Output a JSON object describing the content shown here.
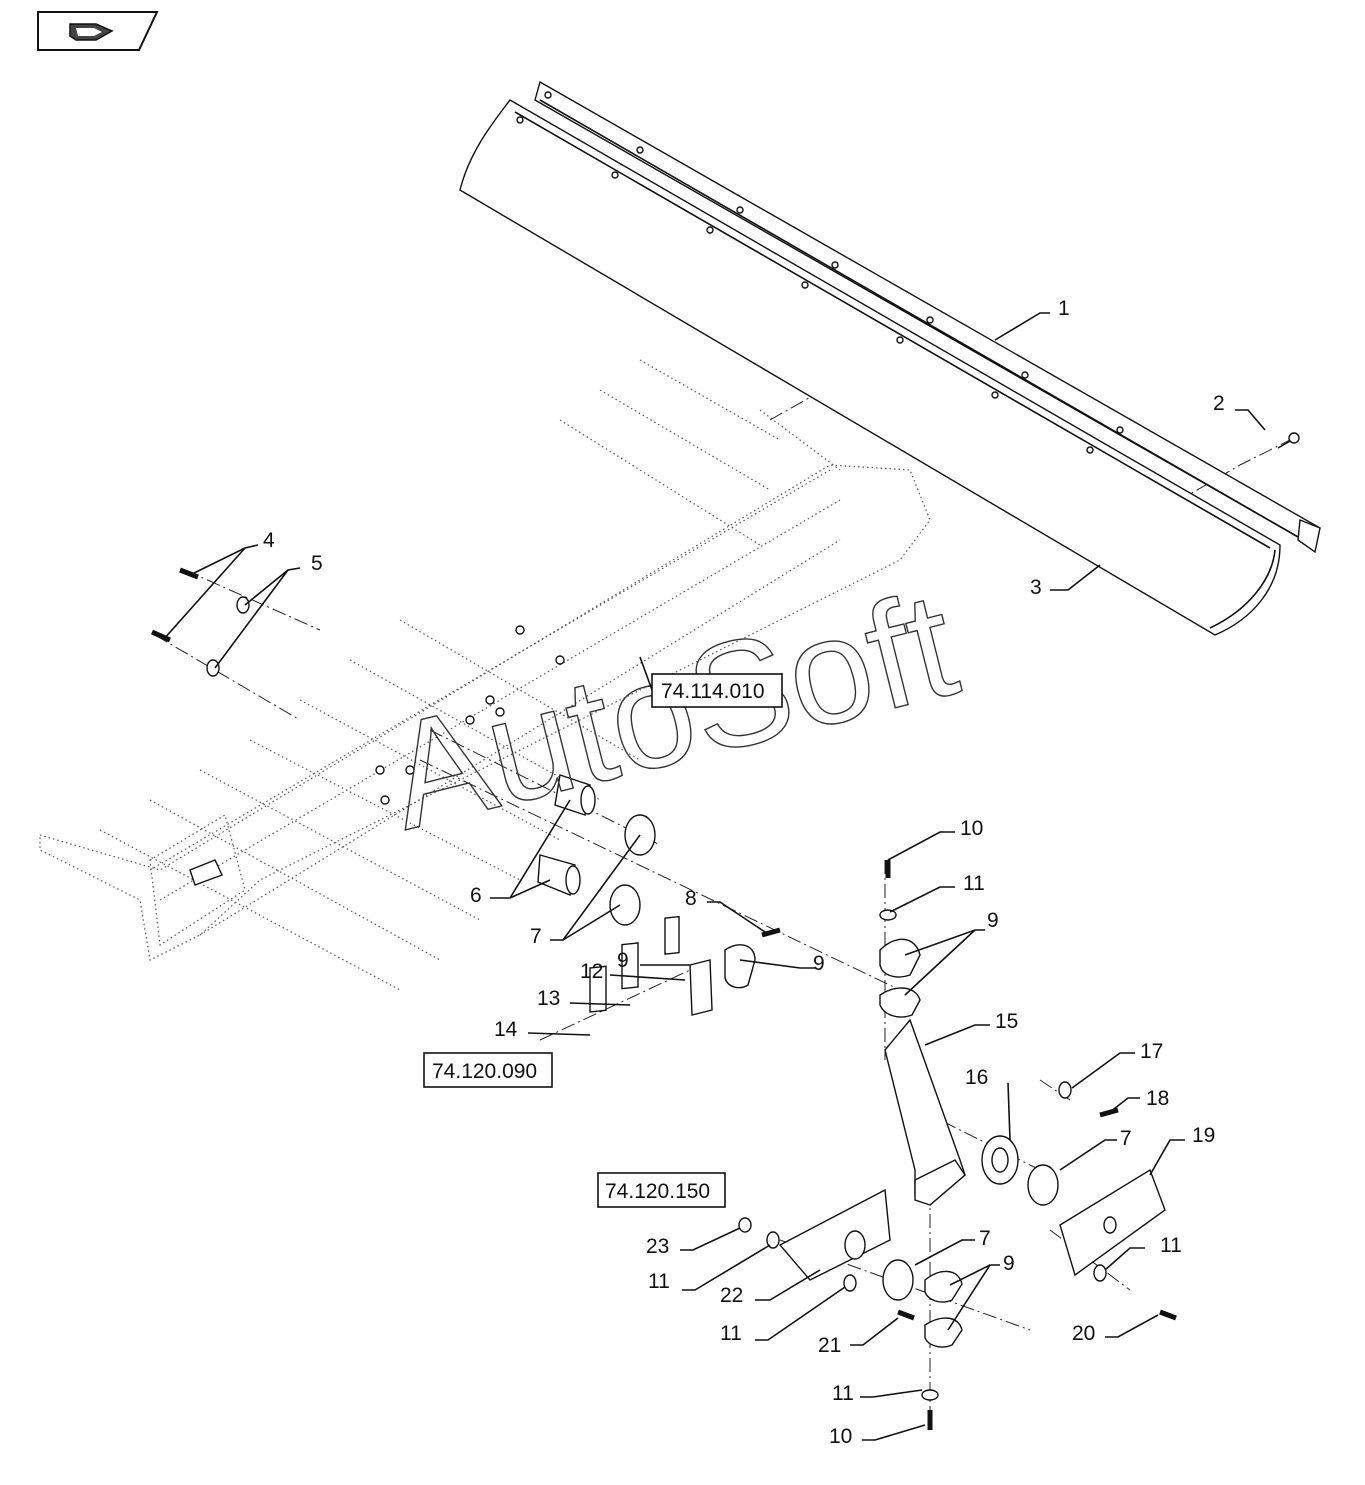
{
  "watermark": "AutoSoft",
  "references": [
    "74.114.010",
    "74.120.090",
    "74.120.150"
  ],
  "callouts": {
    "c1": "1",
    "c2": "2",
    "c3": "3",
    "c4": "4",
    "c5": "5",
    "c6": "6",
    "c7a": "7",
    "c8": "8",
    "c9a": "9",
    "c9b": "9",
    "c10a": "10",
    "c11a": "11",
    "c9c": "9",
    "c12": "12",
    "c13": "13",
    "c14": "14",
    "c15": "15",
    "c16": "16",
    "c17": "17",
    "c18": "18",
    "c7b": "7",
    "c19": "19",
    "c23": "23",
    "c11b": "11",
    "c22": "22",
    "c7c": "7",
    "c9d": "9",
    "c11c": "11",
    "c11d": "11",
    "c21": "21",
    "c20": "20",
    "c11e": "11",
    "c10b": "10"
  },
  "icons": {
    "nav": "hand-pointer-icon"
  }
}
